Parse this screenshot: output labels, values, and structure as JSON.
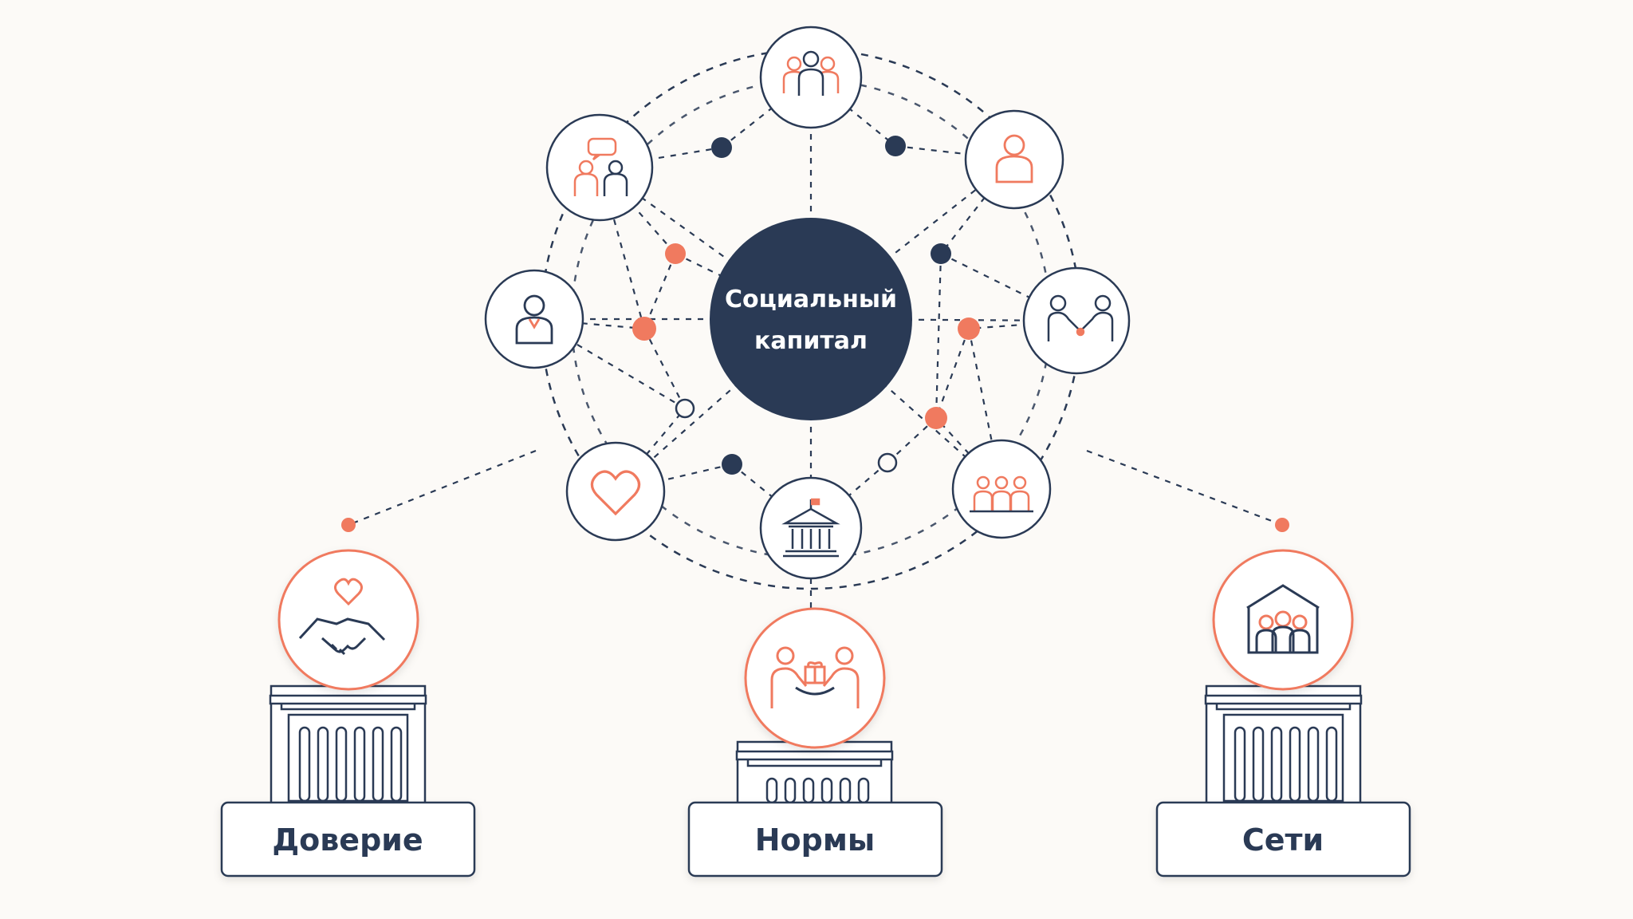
{
  "center": {
    "line1": "Социальный",
    "line2": "капитал"
  },
  "pillars": [
    {
      "label": "Доверие",
      "icon": "handshake-heart-icon"
    },
    {
      "label": "Нормы",
      "icon": "gift-exchange-icon"
    },
    {
      "label": "Сети",
      "icon": "community-house-icon"
    }
  ],
  "nodes": [
    {
      "icon": "group-icon"
    },
    {
      "icon": "person-icon"
    },
    {
      "icon": "handshake-people-icon"
    },
    {
      "icon": "people-row-icon"
    },
    {
      "icon": "institution-icon"
    },
    {
      "icon": "heart-icon"
    },
    {
      "icon": "person-icon"
    },
    {
      "icon": "conversation-icon"
    }
  ],
  "colors": {
    "navy": "#2a3a55",
    "accent": "#f07a5f",
    "background": "#fcfaf7"
  }
}
